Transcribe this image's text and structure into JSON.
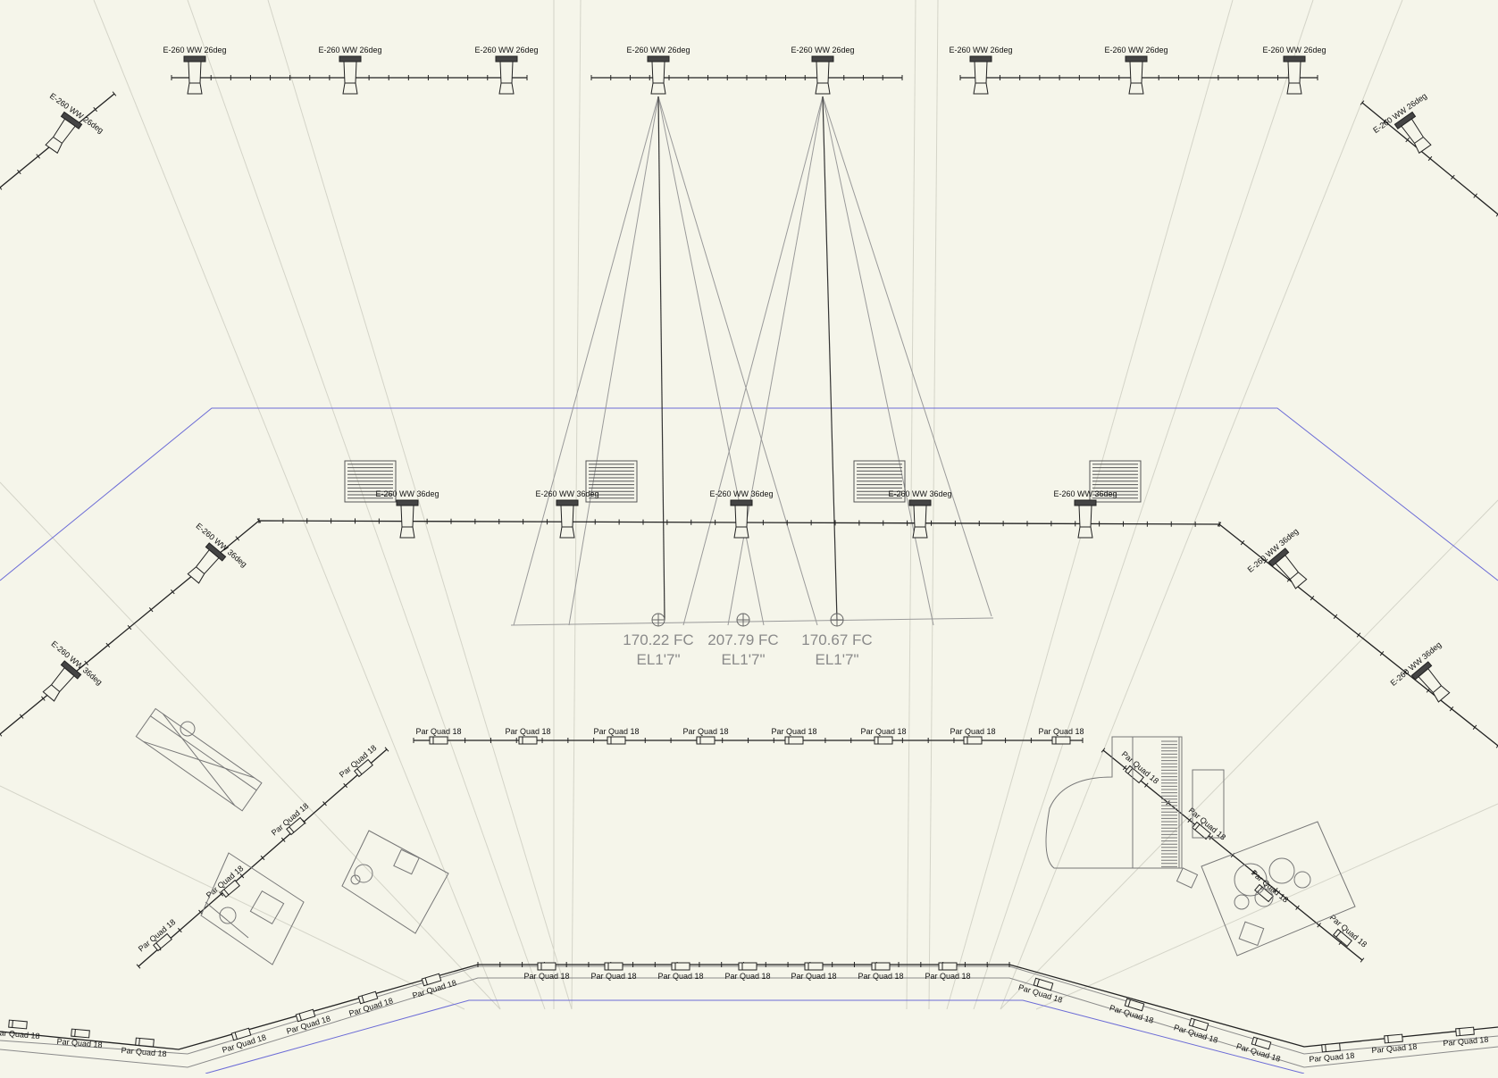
{
  "labels": {
    "fixture_26": "E-260 WW 26deg",
    "fixture_36": "E-260 WW 36deg",
    "par": "Par Quad 18"
  },
  "calc_points": [
    {
      "fc": "170.22 FC",
      "el": "EL1'7\""
    },
    {
      "fc": "207.79 FC",
      "el": "EL1'7\""
    },
    {
      "fc": "170.67 FC",
      "el": "EL1'7\""
    }
  ],
  "colors": {
    "background": "#f5f5ea",
    "pipe": "#222222",
    "beam": "#9a9a9a",
    "stage_edge": "#6b6bd6",
    "furniture": "#777777"
  }
}
